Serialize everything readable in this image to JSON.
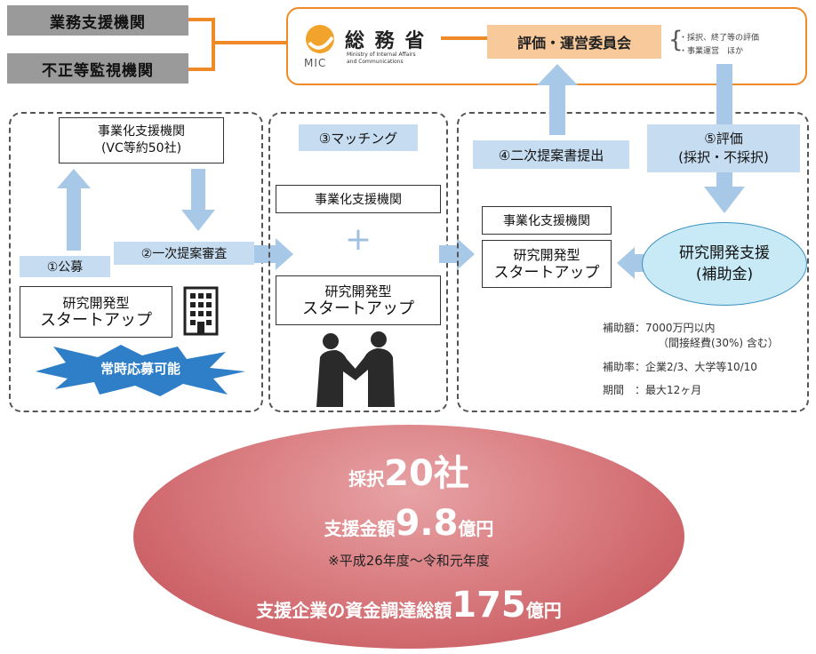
{
  "top": {
    "left_box_1": "業務支援機関",
    "left_box_2": "不正等監視機関",
    "mic_abbr": "MIC",
    "mic_name": "総 務 省",
    "mic_english_1": "Ministry of Internal Affairs",
    "mic_english_2": "and Communications",
    "committee": "評価・運営委員会",
    "note_1": "・採択、終了等の評価",
    "note_2": "・事業運営　ほか"
  },
  "panel1": {
    "vc_line1": "事業化支援機関",
    "vc_line2": "(VC等約50社)",
    "step1": "①公募",
    "step2": "②一次提案審査",
    "startup_line1": "研究開発型",
    "startup_line2": "スタートアップ",
    "burst": "常時応募可能"
  },
  "panel2": {
    "step3": "③マッチング",
    "vc": "事業化支援機関",
    "plus": "+",
    "startup_line1": "研究開発型",
    "startup_line2": "スタートアップ"
  },
  "panel3": {
    "step4": "④二次提案書提出",
    "step5_line1": "⑤評価",
    "step5_line2": "(採択・不採択)",
    "vc": "事業化支援機関",
    "startup_line1": "研究開発型",
    "startup_line2": "スタートアップ",
    "support_line1": "研究開発支援",
    "support_line2": "(補助金)",
    "info_1": "補助額：7000万円以内",
    "info_2": "（間接経費(30%) 含む）",
    "info_3": "補助率：企業2/3、大学等10/10",
    "info_4": "期間　：最大12ヶ月"
  },
  "summary": {
    "adopted_label": "採択",
    "adopted_value": "20社",
    "amount_label": "支援金額",
    "amount_value": "9.8",
    "amount_unit": "億円",
    "period_note": "※平成26年度～令和元年度",
    "total_label": "支援企業の資金調達総額",
    "total_value": "175",
    "total_unit": "億円"
  },
  "colors": {
    "orange": "#ee8a28",
    "committee_fill": "#f8c99a",
    "light_blue": "#c6dcf0",
    "arrow_blue": "#a7c8e6",
    "ellipse_light": "#e7a3a5",
    "ellipse_dark": "#c24e55",
    "burst_blue": "#2f7fc8"
  }
}
